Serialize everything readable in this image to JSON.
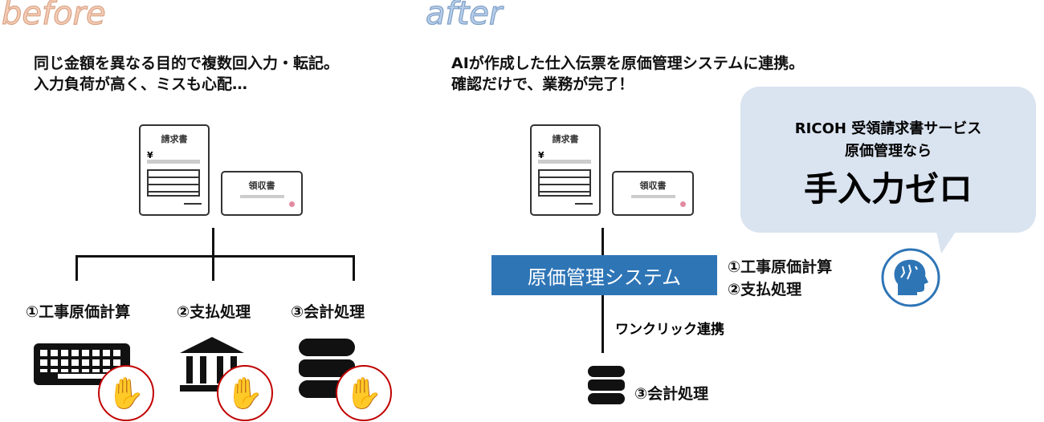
{
  "before": {
    "title": "before",
    "desc": [
      "同じ金額を異なる目的で複数回入力・転記。",
      "入力負荷が高く、ミスも心配…"
    ],
    "tasks": [
      {
        "label": "①工事原価計算",
        "icon": "keyboard-icon"
      },
      {
        "label": "②支払処理",
        "icon": "bank-icon"
      },
      {
        "label": "③会計処理",
        "icon": "database-icon"
      }
    ]
  },
  "after": {
    "title": "after",
    "desc": [
      "AIが作成した仕入伝票を原価管理システムに連携。",
      "確認だけで、業務が完了！"
    ],
    "system": "原価管理システム",
    "system_tasks": [
      "①工事原価計算",
      "②支払処理"
    ],
    "link_label": "ワンクリック連携",
    "final_task": "③会計処理",
    "bubble": {
      "line1": "RICOH 受領請求書サービス",
      "line2": "原価管理なら",
      "line3": "手入力ゼロ"
    }
  },
  "documents": {
    "invoice": "請求書",
    "receipt": "領収書",
    "yen": "¥"
  },
  "colors": {
    "accent": "#2e75b6",
    "stop": "#c00000",
    "bubble": "#dae3f0"
  }
}
